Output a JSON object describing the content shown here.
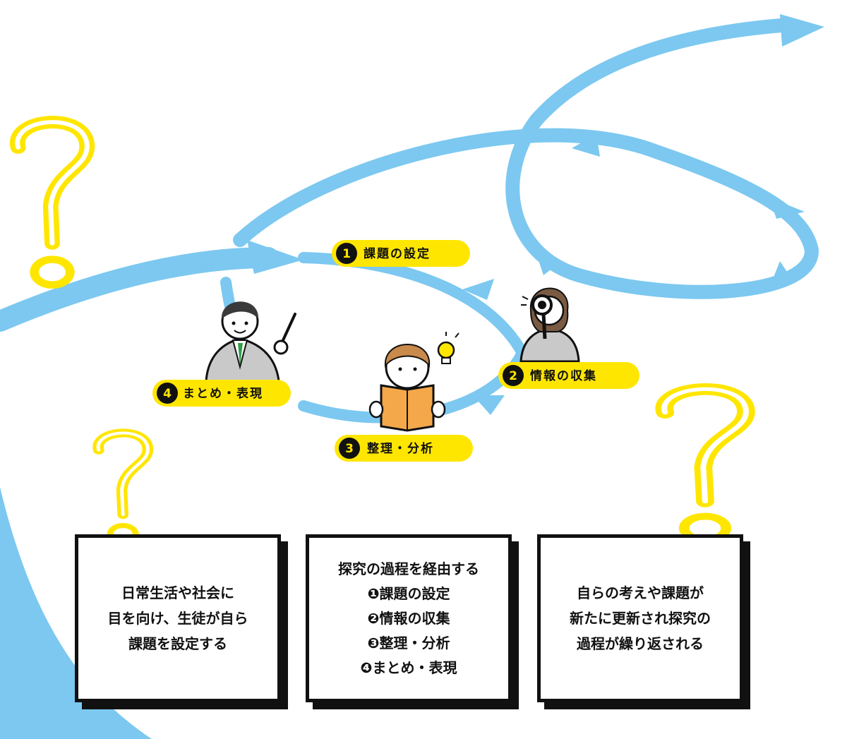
{
  "colors": {
    "arrow": "#7cc8f0",
    "highlight": "#ffe600",
    "ink": "#111111",
    "background": "#ffffff"
  },
  "steps": [
    {
      "number": "1",
      "label": "課題の設定"
    },
    {
      "number": "2",
      "label": "情報の収集"
    },
    {
      "number": "3",
      "label": "整理・分析"
    },
    {
      "number": "4",
      "label": "まとめ・表現"
    }
  ],
  "icons": [
    "question-mark-icon",
    "teacher-with-pointer-icon",
    "student-reading-book-icon",
    "lightbulb-icon",
    "person-with-magnifier-icon"
  ],
  "cards": [
    {
      "lines": [
        "日常生活や社会に",
        "目を向け、生徒が自ら",
        "課題を設定する"
      ]
    },
    {
      "lines": [
        "探究の過程を経由する",
        "❶課題の設定",
        "❷情報の収集",
        "❸整理・分析",
        "❹まとめ・表現"
      ]
    },
    {
      "lines": [
        "自らの考えや課題が",
        "新たに更新され探究の",
        "過程が繰り返される"
      ]
    }
  ]
}
